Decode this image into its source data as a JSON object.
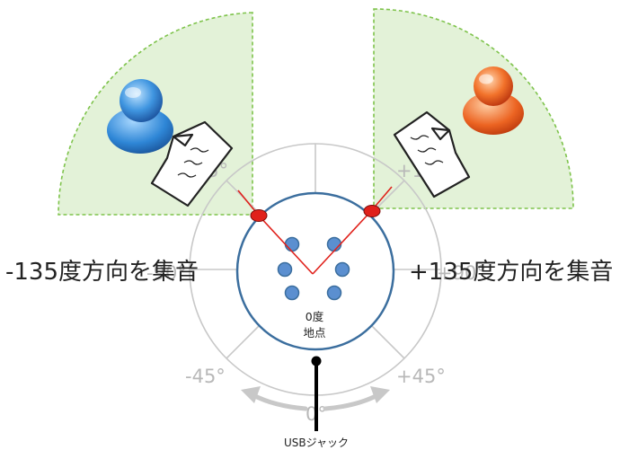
{
  "labels": {
    "left_direction": "-135度方向を集音",
    "right_direction": "+135度方向を集音",
    "center_line1": "0度",
    "center_line2": "地点",
    "connector": "USBジャック"
  },
  "scale": {
    "minus_135": "-135°",
    "plus_135": "+135°",
    "minus_90": "-90°",
    "plus_90": "+90°",
    "minus_45": "-45°",
    "plus_45": "+45°",
    "zero": "0°"
  },
  "colors": {
    "zone_fill": "#e3f2d8",
    "zone_stroke": "#7ec34b",
    "mic_circle": "#3b6e9e",
    "mic_dot": "#5b8fd0",
    "beam": "#e0211b",
    "scale": "#c8c8c8",
    "left_person": "#2d7fd0",
    "right_person": "#e85a1e"
  },
  "icons": {
    "left_person": "person-icon",
    "right_person": "person-icon",
    "speech_bubble": "speech-bubble-icon"
  }
}
